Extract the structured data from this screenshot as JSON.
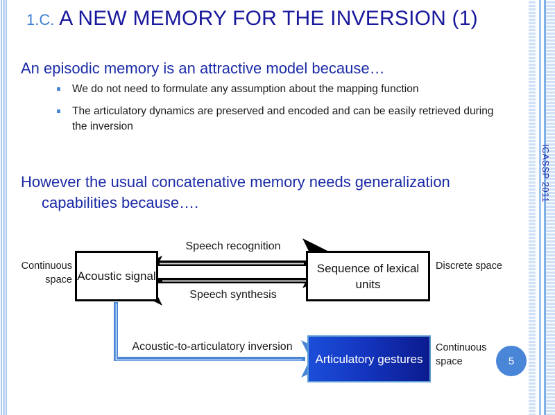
{
  "slide": {
    "title_number": "1.C.",
    "title_main": "A NEW MEMORY FOR THE INVERSION (1)",
    "side_text": "ICASSP 2011",
    "page_number": "5"
  },
  "body": {
    "lead_1": "An episodic memory is an attractive model because…",
    "bullets": [
      "We do not need to formulate any assumption about the mapping function",
      "The articulatory dynamics are preserved and encoded and can be easily retrieved during the inversion"
    ],
    "lead_2_line1": "However the usual concatenative memory needs generalization",
    "lead_2_line2": "capabilities because…."
  },
  "diagram": {
    "nodes": {
      "acoustic": "Acoustic signal",
      "lexical": "Sequence of lexical units",
      "gestures": "Articulatory gestures"
    },
    "labels": {
      "continuous_left": "Continuous space",
      "discrete_right": "Discrete space",
      "continuous_right": "Continuous space",
      "arrow_recognition": "Speech recognition",
      "arrow_synthesis": "Speech synthesis",
      "arrow_inversion": "Acoustic-to-articulatory inversion"
    }
  },
  "colors": {
    "title_main": "#18189c",
    "title_number": "#3d7fd4",
    "heading": "#1b2ba6",
    "bullet_marker": "#4a86d8",
    "badge": "#4a86d8",
    "gestures_gradient_start": "#1b4ed9",
    "gestures_gradient_end": "#0b1b8e",
    "connector_blue": "#4a86d8",
    "edge_stripe": "#cfe1f7"
  }
}
